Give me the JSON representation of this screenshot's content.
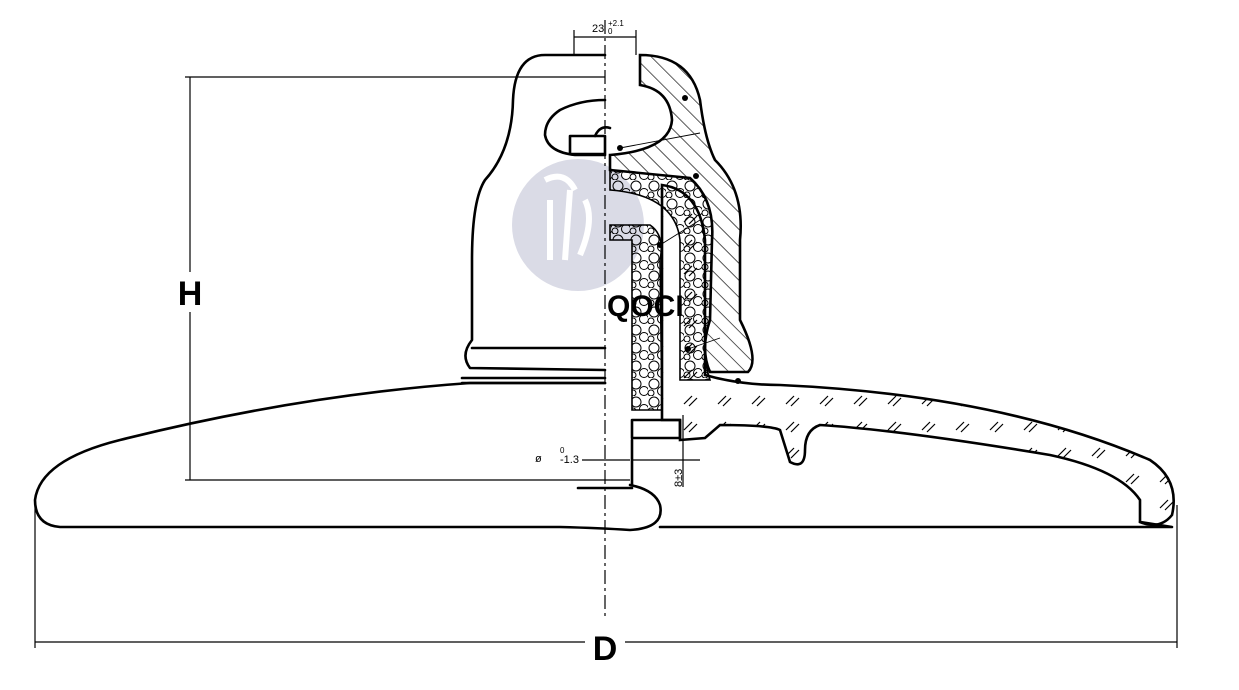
{
  "drawing": {
    "subject": "Suspension disc insulator cross-section",
    "dimensions": {
      "height_label": "H",
      "diameter_label": "D",
      "pin_hole_width": "23",
      "pin_hole_tol_upper": "+2.1",
      "pin_hole_tol_lower": "0",
      "pin_diameter_symbol": "ø",
      "pin_diameter_tol_upper": "0",
      "pin_diameter_tol_lower": "-1.3",
      "pin_projection": "8±3"
    },
    "watermark": {
      "text": "QOCI",
      "seal_color": "#dadbe6"
    },
    "colors": {
      "line": "#000000",
      "background": "#ffffff"
    }
  }
}
